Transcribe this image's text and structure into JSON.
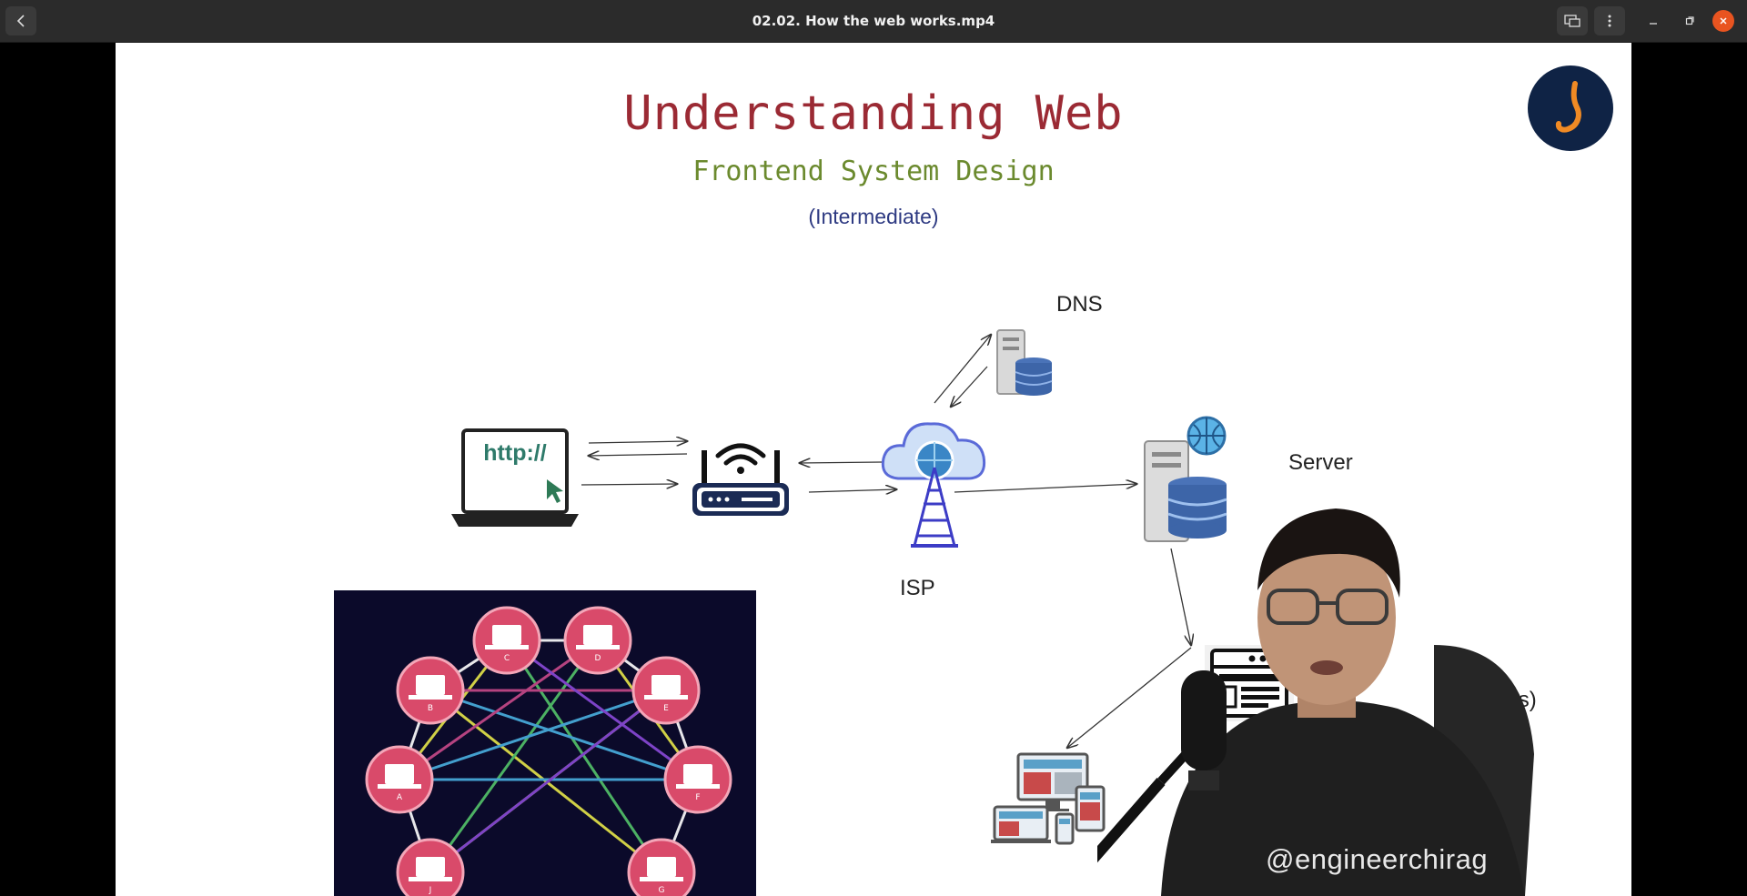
{
  "window": {
    "title": "02.02. How the web works.mp4",
    "close_color": "#e95420",
    "icons": {
      "back": "chevron-left-icon",
      "pip": "picture-in-picture-icon",
      "menu": "kebab-menu-icon",
      "minimize": "minimize-icon",
      "maximize": "restore-icon",
      "close": "close-icon"
    }
  },
  "slide": {
    "title": "Understanding Web",
    "subtitle": "Frontend System Design",
    "level": "(Intermediate)",
    "title_color": "#9b2a34",
    "subtitle_color": "#6b8a2e",
    "level_color": "#2e3a82",
    "diagram": {
      "dns_label": "DNS",
      "server_label": "Server",
      "isp_label": "ISP",
      "partial_label": "ges)",
      "laptop_text": "http://",
      "network_nodes": [
        "A",
        "B",
        "C",
        "D",
        "E",
        "F",
        "G",
        "J"
      ]
    },
    "watermark": "@engineerchirag"
  }
}
